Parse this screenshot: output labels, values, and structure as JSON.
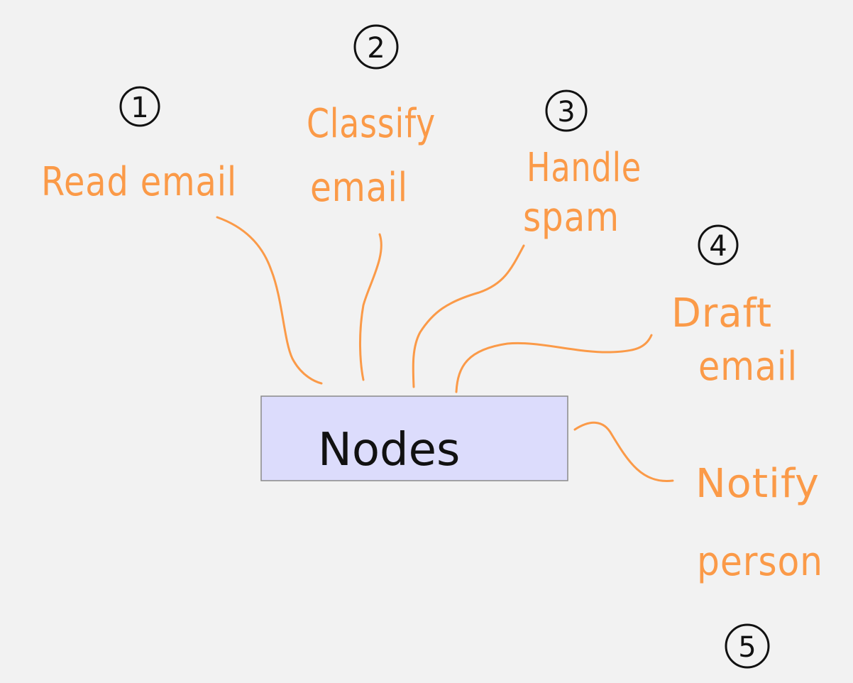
{
  "colors": {
    "background": "#f2f2f2",
    "accent": "#fb9a48",
    "ink": "#111111",
    "box_fill": "#dcdcfc",
    "box_border": "#8a8a8a"
  },
  "center": {
    "label": "Nodes"
  },
  "steps": [
    {
      "number": "1",
      "line1": "Read email",
      "line2": ""
    },
    {
      "number": "2",
      "line1": "Classify",
      "line2": "email"
    },
    {
      "number": "3",
      "line1": "Handle",
      "line2": "spam"
    },
    {
      "number": "4",
      "line1": "Draft",
      "line2": "email"
    },
    {
      "number": "5",
      "line1": "Notify",
      "line2": "person"
    }
  ]
}
